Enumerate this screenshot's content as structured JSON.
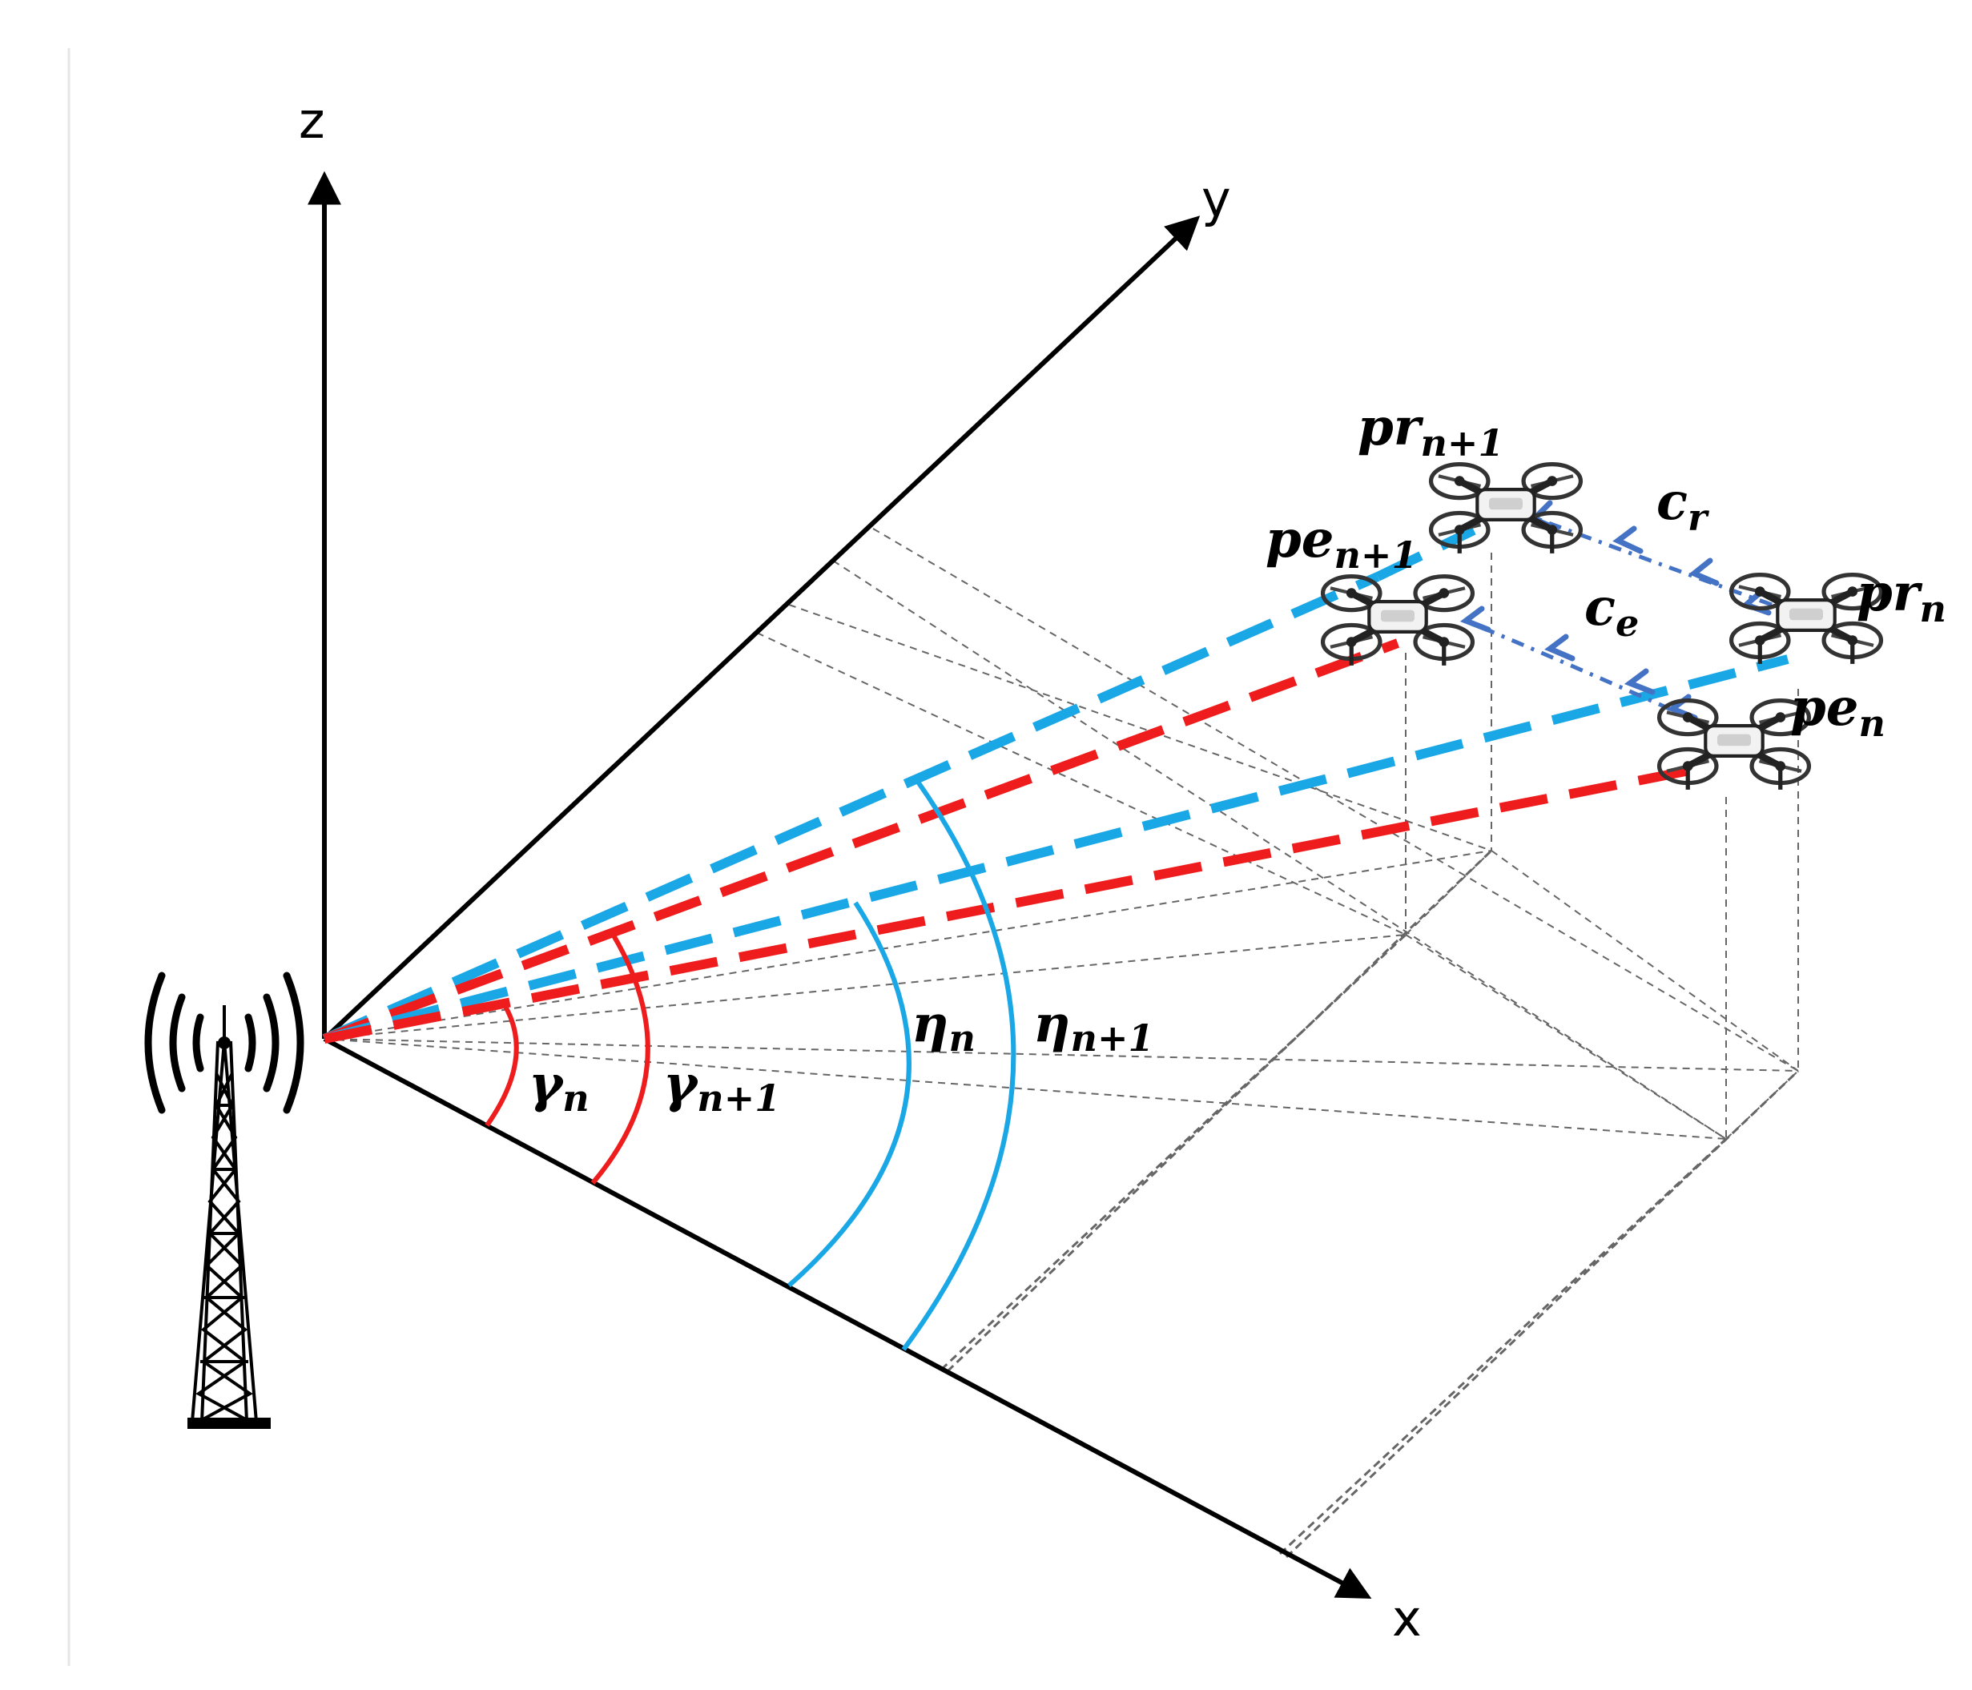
{
  "axes": {
    "x": "x",
    "y": "y",
    "z": "z"
  },
  "labels": {
    "pr_n1": {
      "main": "pr",
      "sub": "n+1"
    },
    "pe_n1": {
      "main": "pe",
      "sub": "n+1"
    },
    "pr_n": {
      "main": "pr",
      "sub": "n"
    },
    "pe_n": {
      "main": "pe",
      "sub": "n"
    },
    "c_r": {
      "main": "c",
      "sub": "r"
    },
    "c_e": {
      "main": "c",
      "sub": "e"
    },
    "gamma_n": {
      "main": "γ",
      "sub": "n"
    },
    "gamma_n1": {
      "main": "γ",
      "sub": "n+1"
    },
    "eta_n": {
      "main": "η",
      "sub": "n"
    },
    "eta_n1": {
      "main": "η",
      "sub": "n+1"
    }
  },
  "colors": {
    "red": "#ee1c1c",
    "blue": "#1aa7e6",
    "arrow_blue": "#4472c4",
    "axis": "#000000",
    "guide": "#666666"
  },
  "icons": [
    "signal-tower-icon",
    "drone-icon"
  ]
}
